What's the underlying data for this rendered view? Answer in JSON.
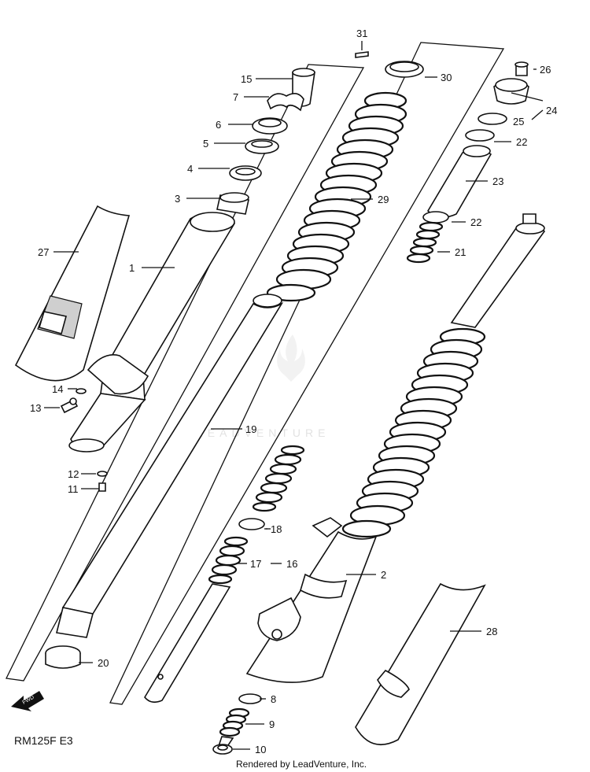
{
  "diagram": {
    "code": "RM125F E3",
    "footer": "Rendered by LeadVenture, Inc.",
    "watermark": "LEADVENTURE",
    "fwd_arrow": "FWD",
    "callouts": {
      "c1": "1",
      "c2": "2",
      "c3": "3",
      "c4": "4",
      "c5": "5",
      "c6": "6",
      "c7": "7",
      "c8": "8",
      "c9": "9",
      "c10": "10",
      "c11": "11",
      "c12": "12",
      "c13": "13",
      "c14": "14",
      "c15": "15",
      "c16": "16",
      "c17": "17",
      "c18": "18",
      "c19": "19",
      "c20": "20",
      "c21": "21",
      "c22a": "22",
      "c22b": "22",
      "c23": "23",
      "c24": "24",
      "c25": "25",
      "c26": "26",
      "c27": "27",
      "c28": "28",
      "c29": "29",
      "c30": "30",
      "c31": "31"
    }
  }
}
